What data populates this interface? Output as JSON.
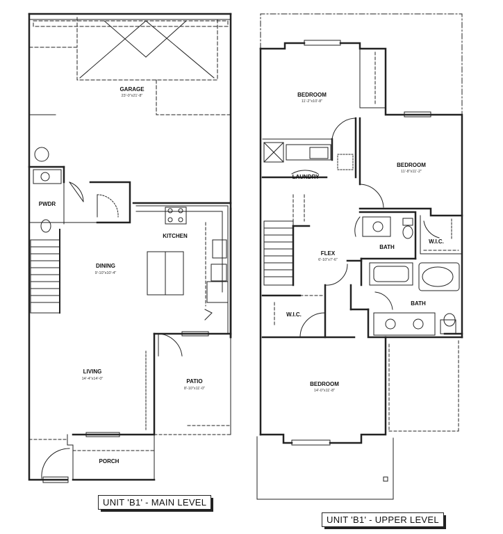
{
  "main_level": {
    "title": "UNIT 'B1' - MAIN LEVEL",
    "rooms": [
      {
        "name": "GARAGE",
        "dims": "23'-0\"x21'-8\""
      },
      {
        "name": "PWDR",
        "dims": ""
      },
      {
        "name": "KITCHEN",
        "dims": ""
      },
      {
        "name": "DINING",
        "dims": "9'-10\"x10'-4\""
      },
      {
        "name": "LIVING",
        "dims": "14'-4\"x14'-0\""
      },
      {
        "name": "PATIO",
        "dims": "8'-10\"x11'-0\""
      },
      {
        "name": "PORCH",
        "dims": ""
      }
    ]
  },
  "upper_level": {
    "title": "UNIT 'B1' - UPPER LEVEL",
    "rooms": [
      {
        "name": "BEDROOM",
        "dims": "11'-2\"x10'-8\""
      },
      {
        "name": "BEDROOM",
        "dims": "11'-8\"x11'-2\""
      },
      {
        "name": "LAUNDRY",
        "dims": ""
      },
      {
        "name": "BATH",
        "dims": ""
      },
      {
        "name": "W.I.C.",
        "dims": ""
      },
      {
        "name": "FLEX",
        "dims": "6'-10\"x7'-6\""
      },
      {
        "name": "BATH",
        "dims": ""
      },
      {
        "name": "W.I.C.",
        "dims": ""
      },
      {
        "name": "BEDROOM",
        "dims": "14'-0\"x11'-8\""
      }
    ]
  }
}
